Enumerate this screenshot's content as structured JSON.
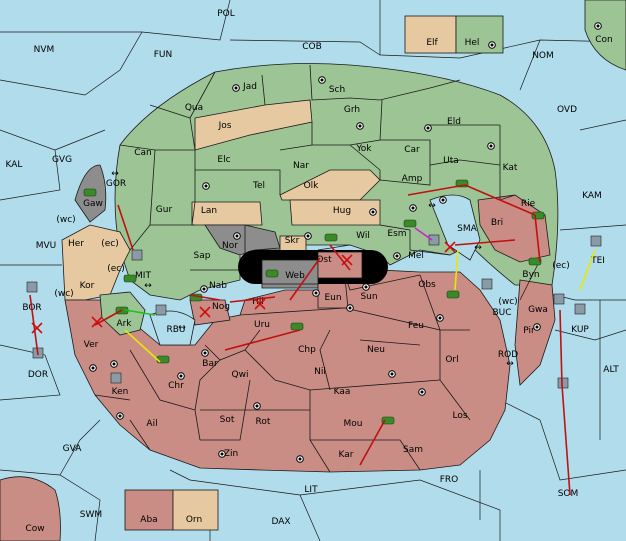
{
  "colors": {
    "sea": "#b1dcec",
    "green_power": "#9dc494",
    "tan_power": "#e6c9a0",
    "red_power": "#c98d85",
    "impassable": "#8d8d8d",
    "order_move": "#c01010",
    "order_support": "#e8e800"
  },
  "sea_labels": [
    "POL",
    "NVM",
    "FUN",
    "COB",
    "NOM",
    "Con",
    "OVD",
    "KAL",
    "GVG",
    "KAM",
    "MVU",
    "GOR",
    "MIT",
    "RBU",
    "SMA",
    "BUC",
    "BOR",
    "TEI",
    "KUP",
    "ALT",
    "ROD",
    "DOR",
    "GVA",
    "LIT",
    "FRO",
    "SOM",
    "SWM",
    "DAX",
    "Cow"
  ],
  "land_labels": [
    "Jad",
    "Sch",
    "Qua",
    "Jos",
    "Grh",
    "Eld",
    "Can",
    "Elc",
    "Nar",
    "Yok",
    "Car",
    "Uta",
    "Kat",
    "Tel",
    "Olk",
    "Amp",
    "Gur",
    "Lan",
    "Hug",
    "Gaw",
    "Her",
    "Nor",
    "Skr",
    "Wil",
    "Esm",
    "Bri",
    "Rie",
    "Sap",
    "Web",
    "Ost",
    "Mel",
    "Kor",
    "Nab",
    "Hil",
    "Eun",
    "Sun",
    "Obs",
    "Byn",
    "Ark",
    "Nog",
    "Uru",
    "Feu",
    "Gwa",
    "Pir",
    "Ver",
    "Chp",
    "Neu",
    "Orl",
    "Bar",
    "Qwi",
    "Nil",
    "Ken",
    "Chr",
    "Kaa",
    "Los",
    "Ail",
    "Sot",
    "Rot",
    "Mou",
    "Zin",
    "Kar",
    "Sam"
  ],
  "coast_labels": [
    "(wc)",
    "(ec)",
    "(ec)",
    "(wc)",
    "(wc)",
    "(ec)"
  ],
  "legend_top": [
    "Elf",
    "Hel"
  ],
  "legend_bottom": [
    "Aba",
    "Orn"
  ]
}
